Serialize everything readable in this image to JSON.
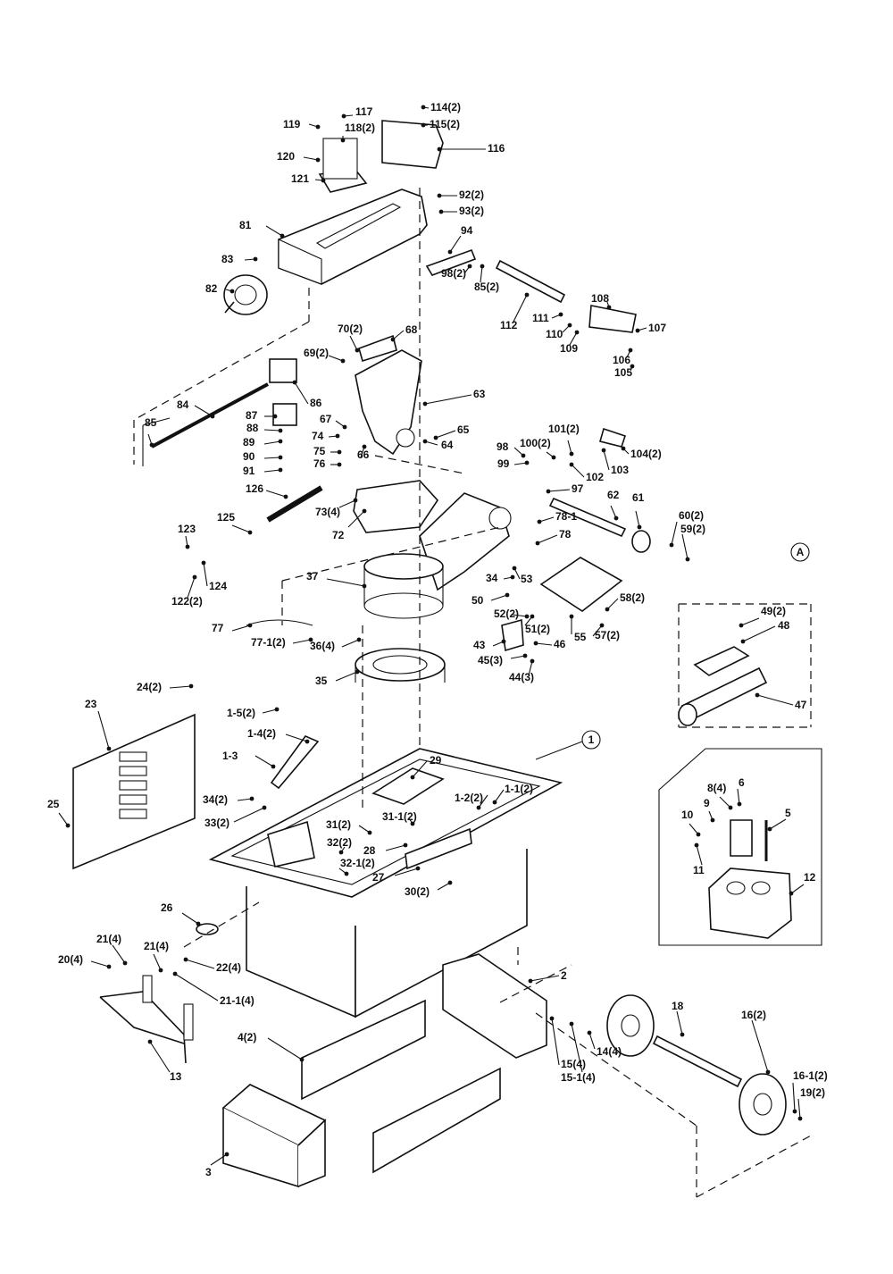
{
  "callouts": [
    "117",
    "114(2)",
    "119",
    "118(2)",
    "115(2)",
    "116",
    "120",
    "121",
    "92(2)",
    "93(2)",
    "81",
    "94",
    "83",
    "98(2)",
    "85(2)",
    "82",
    "112",
    "108",
    "111",
    "107",
    "110",
    "109",
    "106",
    "105",
    "70(2)",
    "68",
    "69(2)",
    "86",
    "63",
    "84",
    "87",
    "88",
    "85",
    "89",
    "90",
    "91",
    "67",
    "74",
    "75",
    "76",
    "66",
    "65",
    "64",
    "98",
    "100(2)",
    "101(2)",
    "104(2)",
    "99",
    "103",
    "102",
    "97",
    "126",
    "62",
    "61",
    "73(4)",
    "78-1",
    "60(2)",
    "59(2)",
    "123",
    "125",
    "72",
    "78",
    "124",
    "122(2)",
    "37",
    "34",
    "53",
    "50",
    "58(2)",
    "52(2)",
    "51(2)",
    "55",
    "57(2)",
    "49(2)",
    "48",
    "47",
    "77",
    "77-1(2)",
    "36(4)",
    "43",
    "46",
    "45(3)",
    "44(3)",
    "35",
    "24(2)",
    "1-5(2)",
    "1-4(2)",
    "23",
    "1-3",
    "29",
    "34(2)",
    "1-2(2)",
    "1-1(2)",
    "33(2)",
    "25",
    "31(2)",
    "31-1(2)",
    "32(2)",
    "28",
    "32-1(2)",
    "27",
    "30(2)",
    "8(4)",
    "6",
    "10",
    "9",
    "5",
    "11",
    "12",
    "26",
    "21(4)",
    "21(4)",
    "20(4)",
    "22(4)",
    "21-1(4)",
    "2",
    "18",
    "16(2)",
    "4(2)",
    "15(4)",
    "15-1(4)",
    "14(4)",
    "13",
    "16-1(2)",
    "19(2)",
    "3"
  ],
  "circled": [
    "A",
    "1"
  ]
}
